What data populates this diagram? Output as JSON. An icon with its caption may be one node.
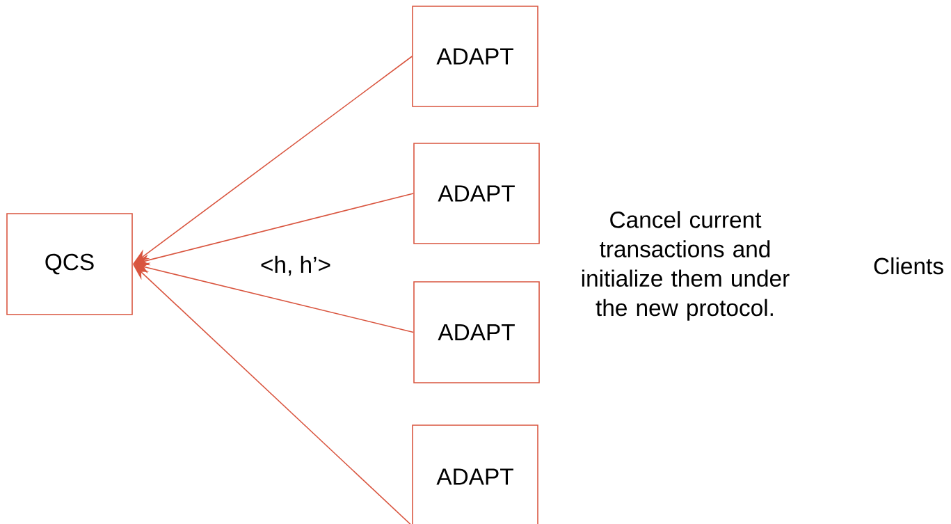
{
  "diagram": {
    "nodes": [
      {
        "text": [
          "QCS"
        ]
      },
      {
        "text": [
          "ADAPT"
        ]
      },
      {
        "text": [
          "ADAPT"
        ]
      },
      {
        "text": [
          "ADAPT"
        ]
      },
      {
        "text": [
          "ADAPT"
        ]
      }
    ],
    "edges": [
      {
        "from": 1,
        "to": 0,
        "arrow": "to"
      },
      {
        "from": 2,
        "to": 0,
        "arrow": "to"
      },
      {
        "from": 3,
        "to": 0,
        "arrow": "to"
      },
      {
        "from": 4,
        "to": 0,
        "arrow": "to"
      }
    ],
    "labels": [
      "<h, h’>",
      "Cancel current transactions and initialize them under the new protocol.",
      "Clients"
    ]
  }
}
